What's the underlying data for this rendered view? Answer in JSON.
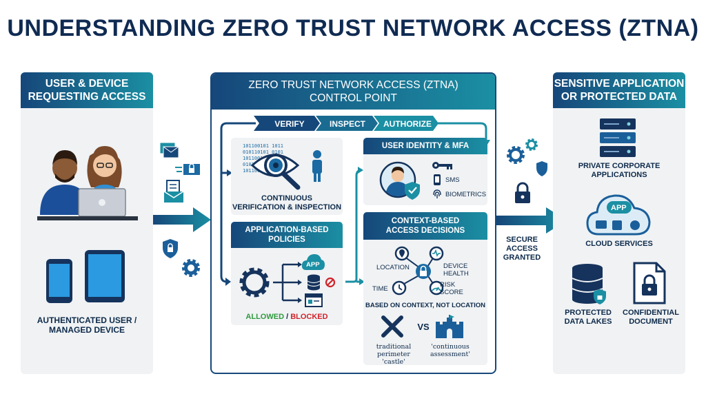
{
  "title": "UNDERSTANDING ZERO TRUST NETWORK ACCESS (ZTNA)",
  "left_panel": {
    "header": "USER & DEVICE\nREQUESTING ACCESS",
    "device_label": "AUTHENTICATED USER /\nMANAGED DEVICE"
  },
  "center_panel": {
    "header_line1": "ZERO TRUST NETWORK ACCESS (ZTNA)",
    "header_line2": "CONTROL POINT",
    "steps": [
      "VERIFY",
      "INSPECT",
      "AUTHORIZE"
    ],
    "verification": {
      "binary": [
        "101100101 1011",
        "010110101 0101",
        "1011001011 1011",
        "010110101 0101",
        "1011001011"
      ],
      "label": "CONTINUOUS\nVERIFICATION & INSPECTION"
    },
    "app_policies": {
      "header": "APPLICATION-BASED\nPOLICIES",
      "app_icon_text": "APP",
      "allowed": "ALLOWED",
      "separator": " / ",
      "blocked": "BLOCKED"
    },
    "identity": {
      "header": "USER IDENTITY & MFA",
      "sms": "SMS",
      "biometrics": "BIOMETRICS"
    },
    "context": {
      "header": "CONTEXT-BASED\nACCESS DECISIONS",
      "location": "LOCATION",
      "device_health": "DEVICE\nHEALTH",
      "time": "TIME",
      "risk_score": "RISK\nSCORE",
      "based_on": "BASED ON CONTEXT, NOT LOCATION",
      "vs": "VS",
      "traditional": "traditional\nperimeter 'castle'",
      "continuous": "'continuous\nassessment'"
    }
  },
  "secure_access": "SECURE\nACCESS\nGRANTED",
  "right_panel": {
    "header": "SENSITIVE APPLICATION\nOR PROTECTED DATA",
    "private_apps": "PRIVATE CORPORATE\nAPPLICATIONS",
    "cloud_app_text": "APP",
    "cloud_services": "CLOUD SERVICES",
    "data_lakes": "PROTECTED\nDATA LAKES",
    "document": "CONFIDENTIAL\nDOCUMENT"
  },
  "colors": {
    "navy": "#16477a",
    "teal": "#1b8fa3",
    "allowed": "#2e9a3c",
    "blocked": "#d0232a"
  }
}
